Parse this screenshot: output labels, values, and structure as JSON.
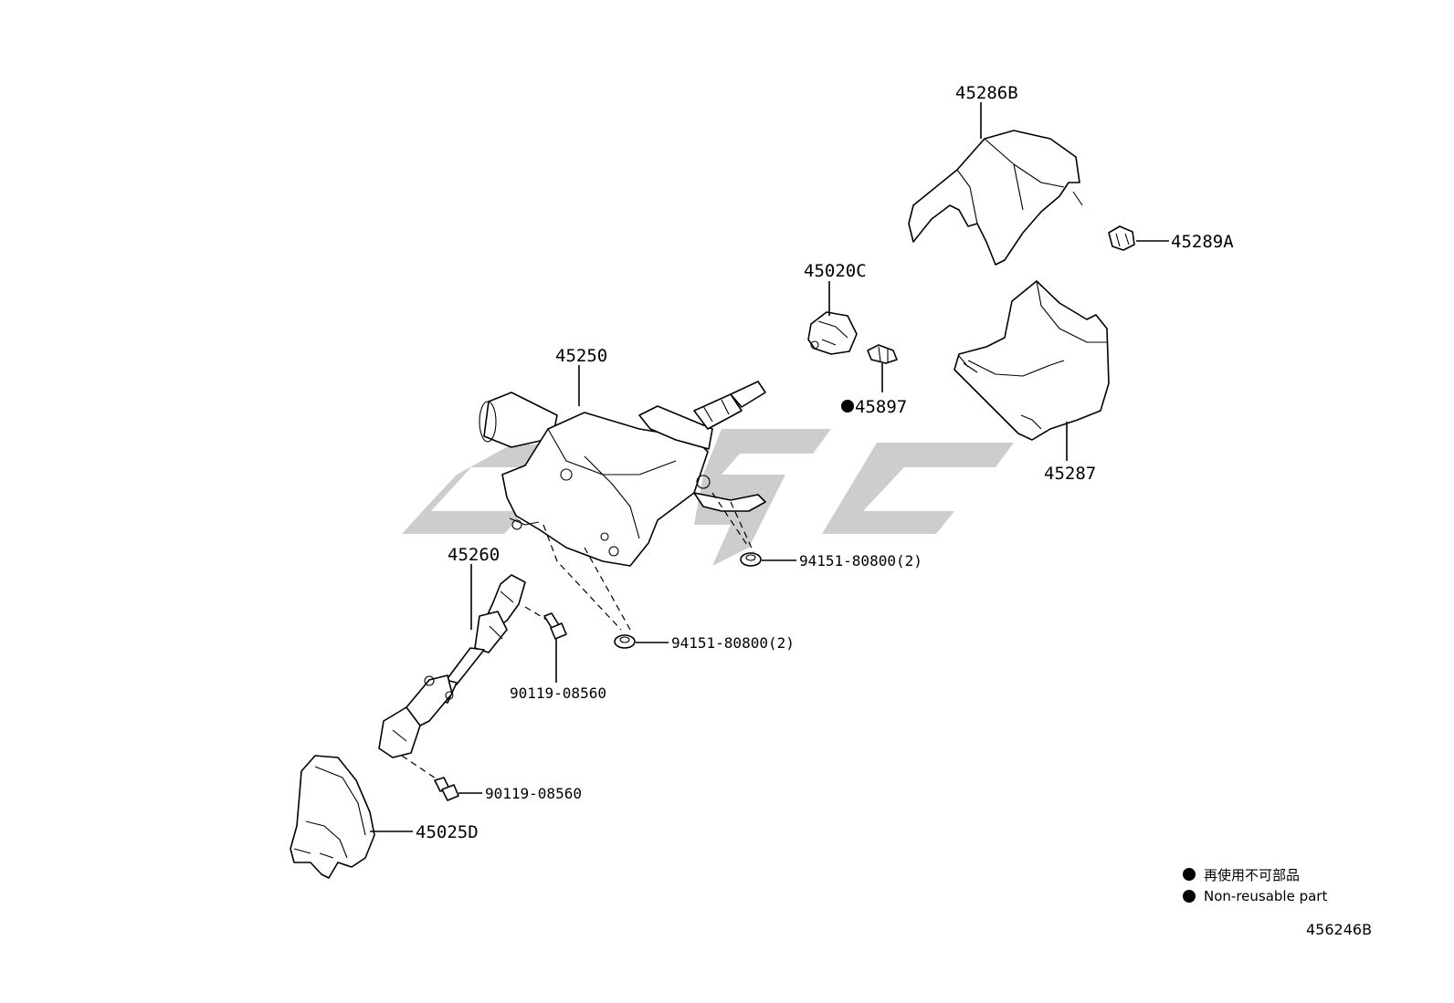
{
  "diagram": {
    "parts": {
      "p45286B": "45286B",
      "p45289A": "45289A",
      "p45020C": "45020C",
      "p45897": "45897",
      "p45287": "45287",
      "p45250": "45250",
      "p94151_a": "94151-80800(2)",
      "p94151_b": "94151-80800(2)",
      "p45260": "45260",
      "p90119_a": "90119-08560",
      "p90119_b": "90119-08560",
      "p45025D": "45025D"
    },
    "non_reusable_marker": "●",
    "legend": {
      "jp": "再使用不可部品",
      "en": "Non-reusable part"
    },
    "figure_code": "456246B"
  }
}
